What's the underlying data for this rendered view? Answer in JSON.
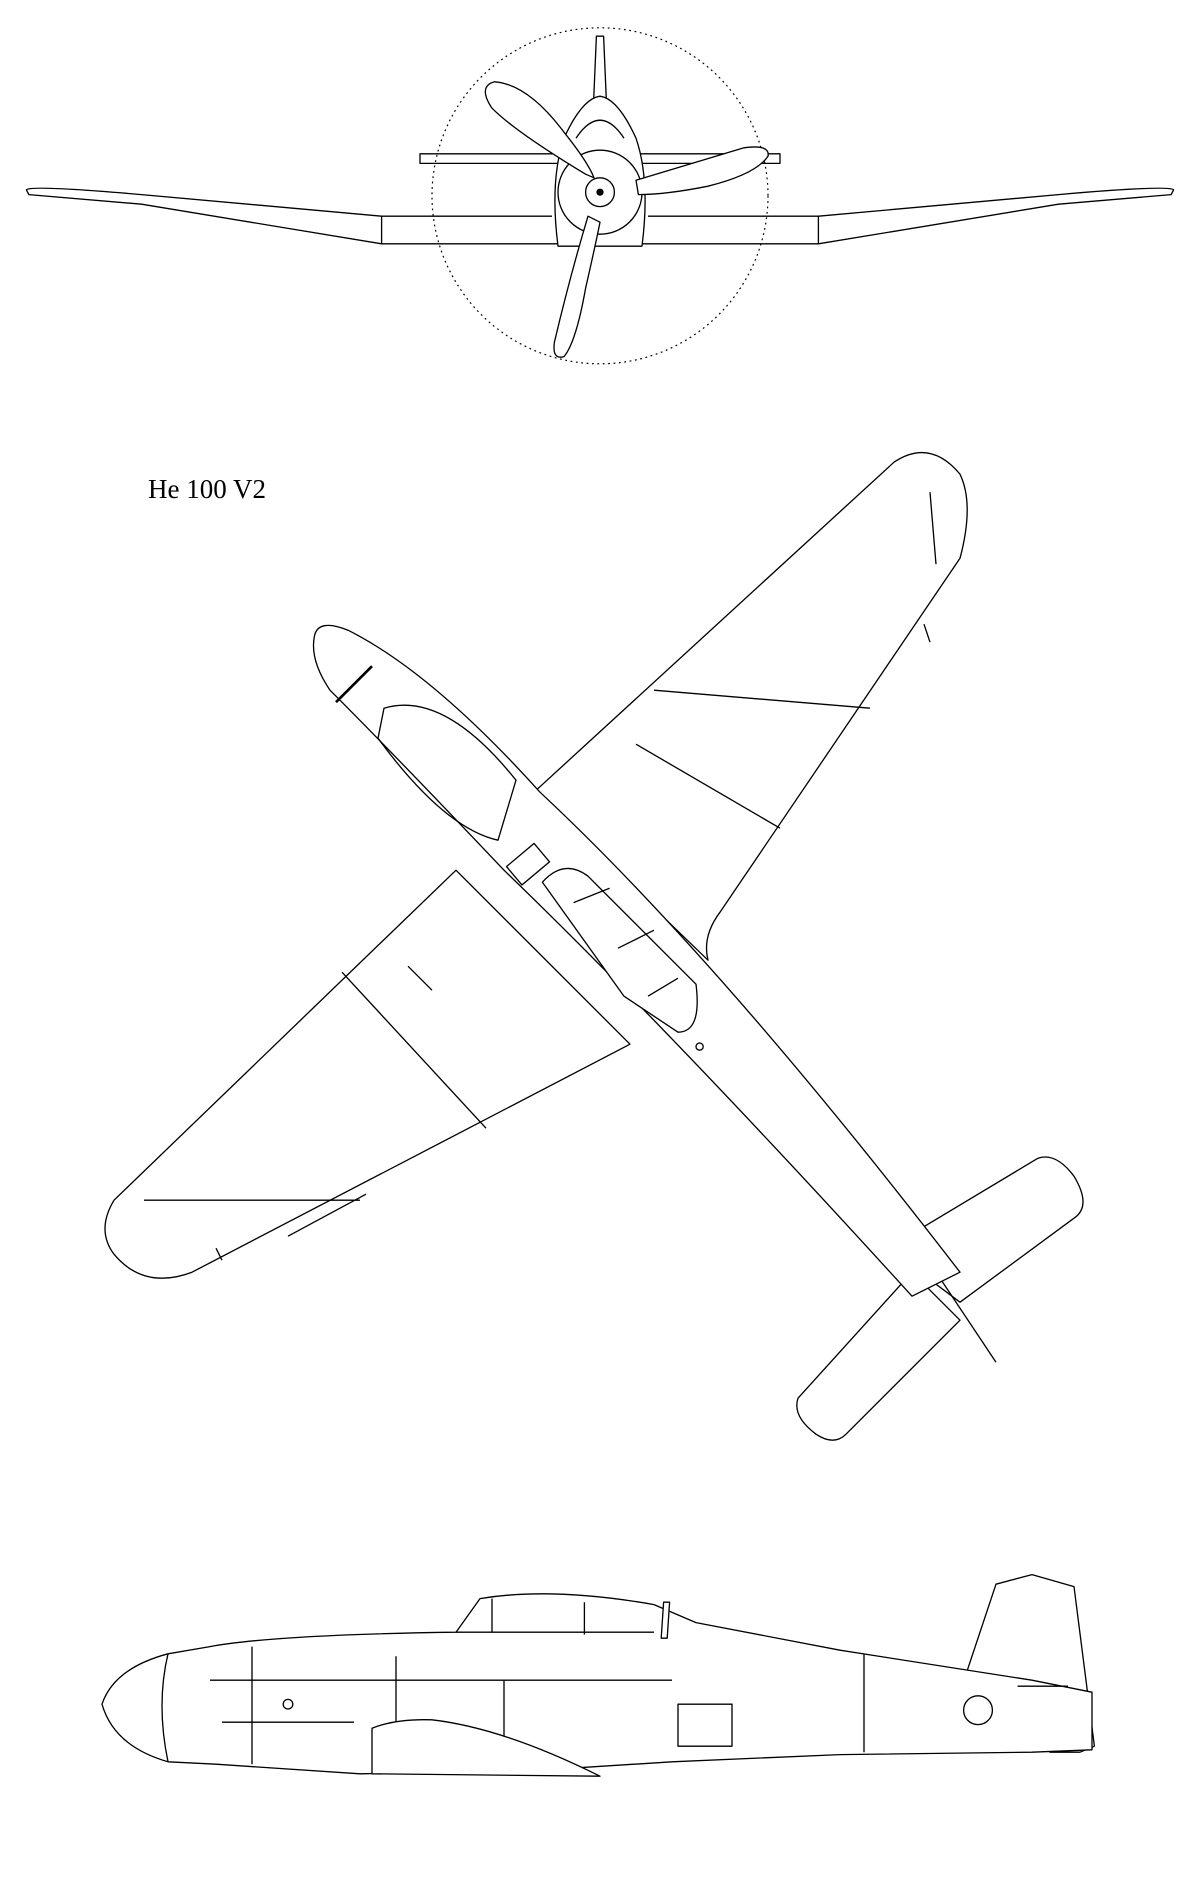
{
  "title": "He 100 V2",
  "views": [
    "front-view",
    "top-view",
    "side-view"
  ],
  "line_color": "#000000",
  "background": "#ffffff"
}
